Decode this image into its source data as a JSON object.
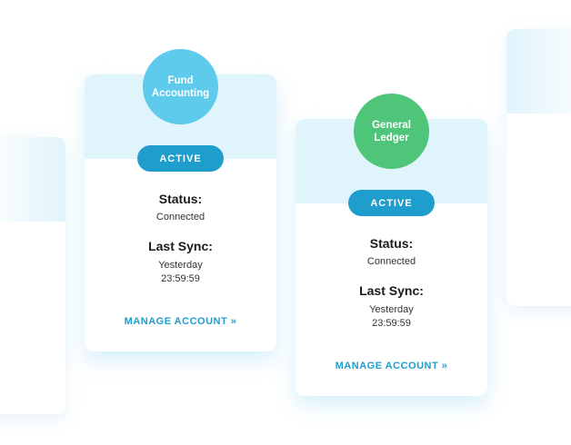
{
  "colors": {
    "accent": "#1f9dcc",
    "card_header": "#e0f5fb",
    "fund_accounting_circle": "#5ecbed",
    "general_ledger_circle": "#4fc57a"
  },
  "cards": [
    {
      "title_line1": "Fund",
      "title_line2": "Accounting",
      "badge": "ACTIVE",
      "status_label": "Status:",
      "status_value": "Connected",
      "sync_label": "Last Sync:",
      "sync_value_line1": "Yesterday",
      "sync_value_line2": "23:59:59",
      "manage_link": "MANAGE ACCOUNT »"
    },
    {
      "title_line1": "General",
      "title_line2": "Ledger",
      "badge": "ACTIVE",
      "status_label": "Status:",
      "status_value": "Connected",
      "sync_label": "Last Sync:",
      "sync_value_line1": "Yesterday",
      "sync_value_line2": "23:59:59",
      "manage_link": "MANAGE ACCOUNT »"
    }
  ]
}
